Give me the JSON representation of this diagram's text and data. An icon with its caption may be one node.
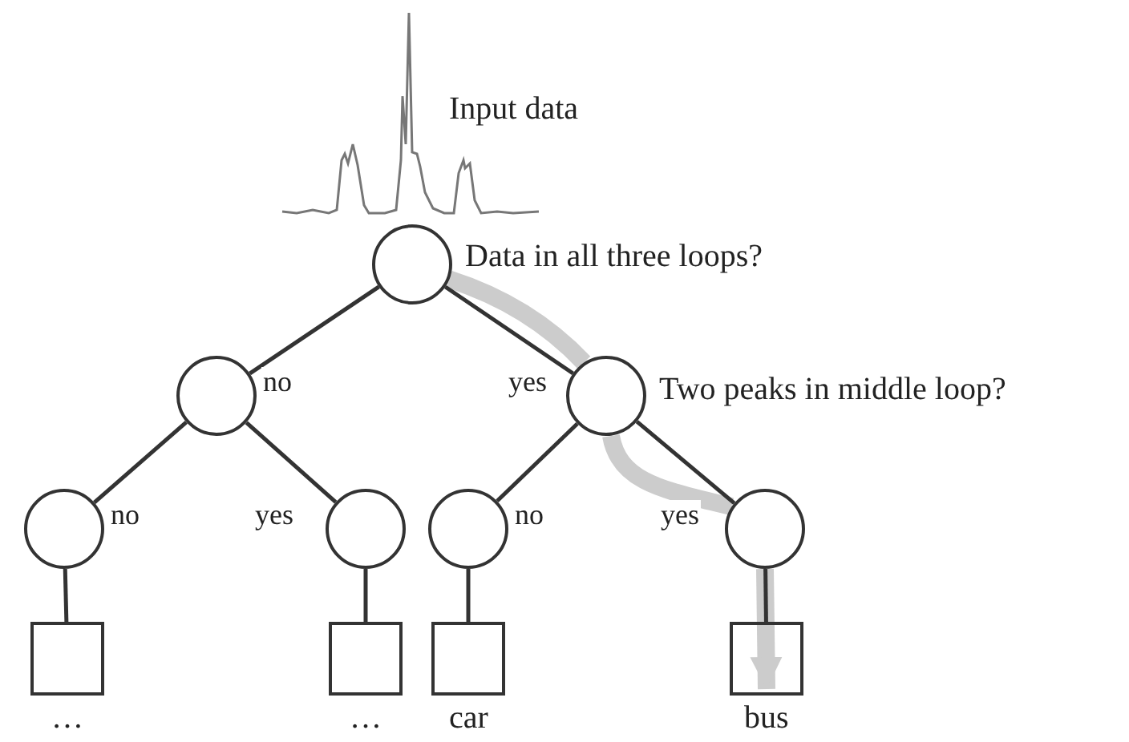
{
  "diagram": {
    "nodes": [
      {
        "text": [],
        "shape": "circle",
        "beside": [
          "Data in all three loops?"
        ]
      },
      {
        "text": [],
        "shape": "circle"
      },
      {
        "text": [],
        "shape": "circle",
        "beside": [
          "Two peaks in middle loop?"
        ]
      },
      {
        "text": [],
        "shape": "circle"
      },
      {
        "text": [],
        "shape": "circle"
      },
      {
        "text": [],
        "shape": "circle"
      },
      {
        "text": [],
        "shape": "circle"
      },
      {
        "text": [],
        "shape": "box",
        "beside": [
          "…"
        ]
      },
      {
        "text": [],
        "shape": "box",
        "beside": [
          "…"
        ]
      },
      {
        "text": [],
        "shape": "box",
        "beside": [
          "car"
        ]
      },
      {
        "text": [],
        "shape": "box",
        "beside": [
          "bus"
        ]
      }
    ],
    "edges": [
      {
        "from": 0,
        "to": 2,
        "arrow": "none",
        "style": "thick",
        "color": "#cccccc"
      },
      {
        "from": 2,
        "to": 6,
        "arrow": "none",
        "style": "thick",
        "color": "#cccccc"
      },
      {
        "from": 6,
        "to": 10,
        "arrow": "to",
        "style": "thick",
        "color": "#cccccc"
      },
      {
        "from": 0,
        "to": 1,
        "arrow": "none",
        "label": "no"
      },
      {
        "from": 0,
        "to": 2,
        "arrow": "none",
        "label": "yes"
      },
      {
        "from": 1,
        "to": 3,
        "arrow": "none",
        "label": "no"
      },
      {
        "from": 1,
        "to": 4,
        "arrow": "none",
        "label": "yes"
      },
      {
        "from": 2,
        "to": 5,
        "arrow": "none",
        "label": "no"
      },
      {
        "from": 2,
        "to": 6,
        "arrow": "none",
        "label": "yes"
      },
      {
        "from": 3,
        "to": 7,
        "arrow": "none"
      },
      {
        "from": 4,
        "to": 8,
        "arrow": "none"
      },
      {
        "from": 5,
        "to": 9,
        "arrow": "none"
      },
      {
        "from": 6,
        "to": 10,
        "arrow": "none"
      }
    ],
    "labels": [
      "Input data"
    ]
  }
}
